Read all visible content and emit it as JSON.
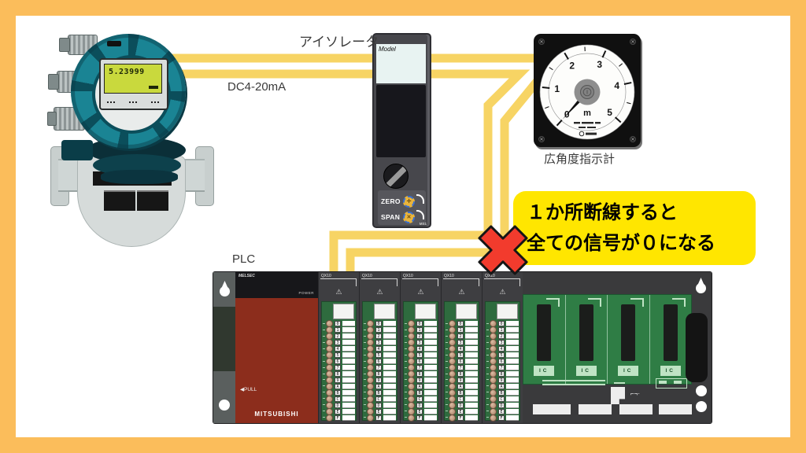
{
  "colors": {
    "frame_border": "#FBBD5B",
    "wire_yellow": "#F7D464",
    "annotation_bg": "#FFE600",
    "break_x_red": "#F23B2D",
    "flowmeter_teal": "#1A8494",
    "lcd_green": "#C9D93D",
    "power_module_red": "#8C2D1C",
    "backplane_green": "#2F7D45"
  },
  "labels": {
    "isolator": "アイソレータ",
    "dc_signal": "DC4-20mA",
    "plc": "PLC",
    "indicator": "広角度指示計"
  },
  "annotation": {
    "line1": "１か所断線すると",
    "line2": "全ての信号が０になる"
  },
  "flow_meter": {
    "lcd_value": "5.23999"
  },
  "isolator": {
    "model_label": "Model",
    "zero_label": "ZERO",
    "span_label": "SPAN",
    "zero_slot": "✛",
    "span_slot": "✕",
    "brand": "MS1"
  },
  "gauge": {
    "scale": [
      "0",
      "1",
      "2",
      "3",
      "4",
      "5"
    ],
    "unit": "m",
    "needle_value": "0"
  },
  "plc": {
    "power": {
      "logo": "MELSEC",
      "power_label": "POWER",
      "pull_label": "◀PULL",
      "brand": "MITSUBISHI"
    },
    "modules": [
      "QX10",
      "QX10",
      "QX10",
      "QX10",
      "QX10"
    ],
    "warning_icon": "⚠",
    "slot_label": "IC",
    "terminals": [
      "0",
      "1",
      "2",
      "3",
      "4",
      "5",
      "6",
      "7",
      "8",
      "9",
      "A",
      "B",
      "C",
      "D",
      "E",
      "F"
    ]
  }
}
